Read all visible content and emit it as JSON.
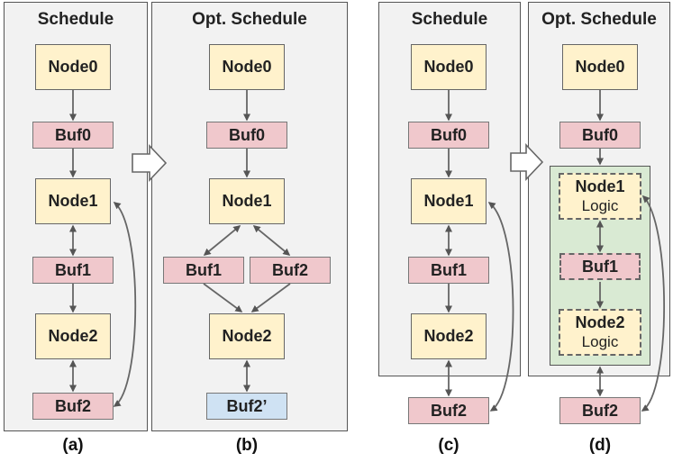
{
  "panels": {
    "a": {
      "title": "Schedule",
      "caption": "(a)"
    },
    "b": {
      "title": "Opt. Schedule",
      "caption": "(b)"
    },
    "c": {
      "title": "Schedule",
      "caption": "(c)"
    },
    "d": {
      "title": "Opt. Schedule",
      "caption": "(d)"
    }
  },
  "labels": {
    "node0": "Node0",
    "node1": "Node1",
    "node2": "Node2",
    "buf0": "Buf0",
    "buf1": "Buf1",
    "buf2": "Buf2",
    "buf2_prime": "Buf2’",
    "logic": "Logic"
  },
  "colors": {
    "node_fill": "#fff2cc",
    "buffer_fill": "#f0c8cc",
    "new_buffer_fill": "#cfe2f3",
    "fused_group_fill": "#d9ead3",
    "panel_fill": "#f2f2f2"
  }
}
